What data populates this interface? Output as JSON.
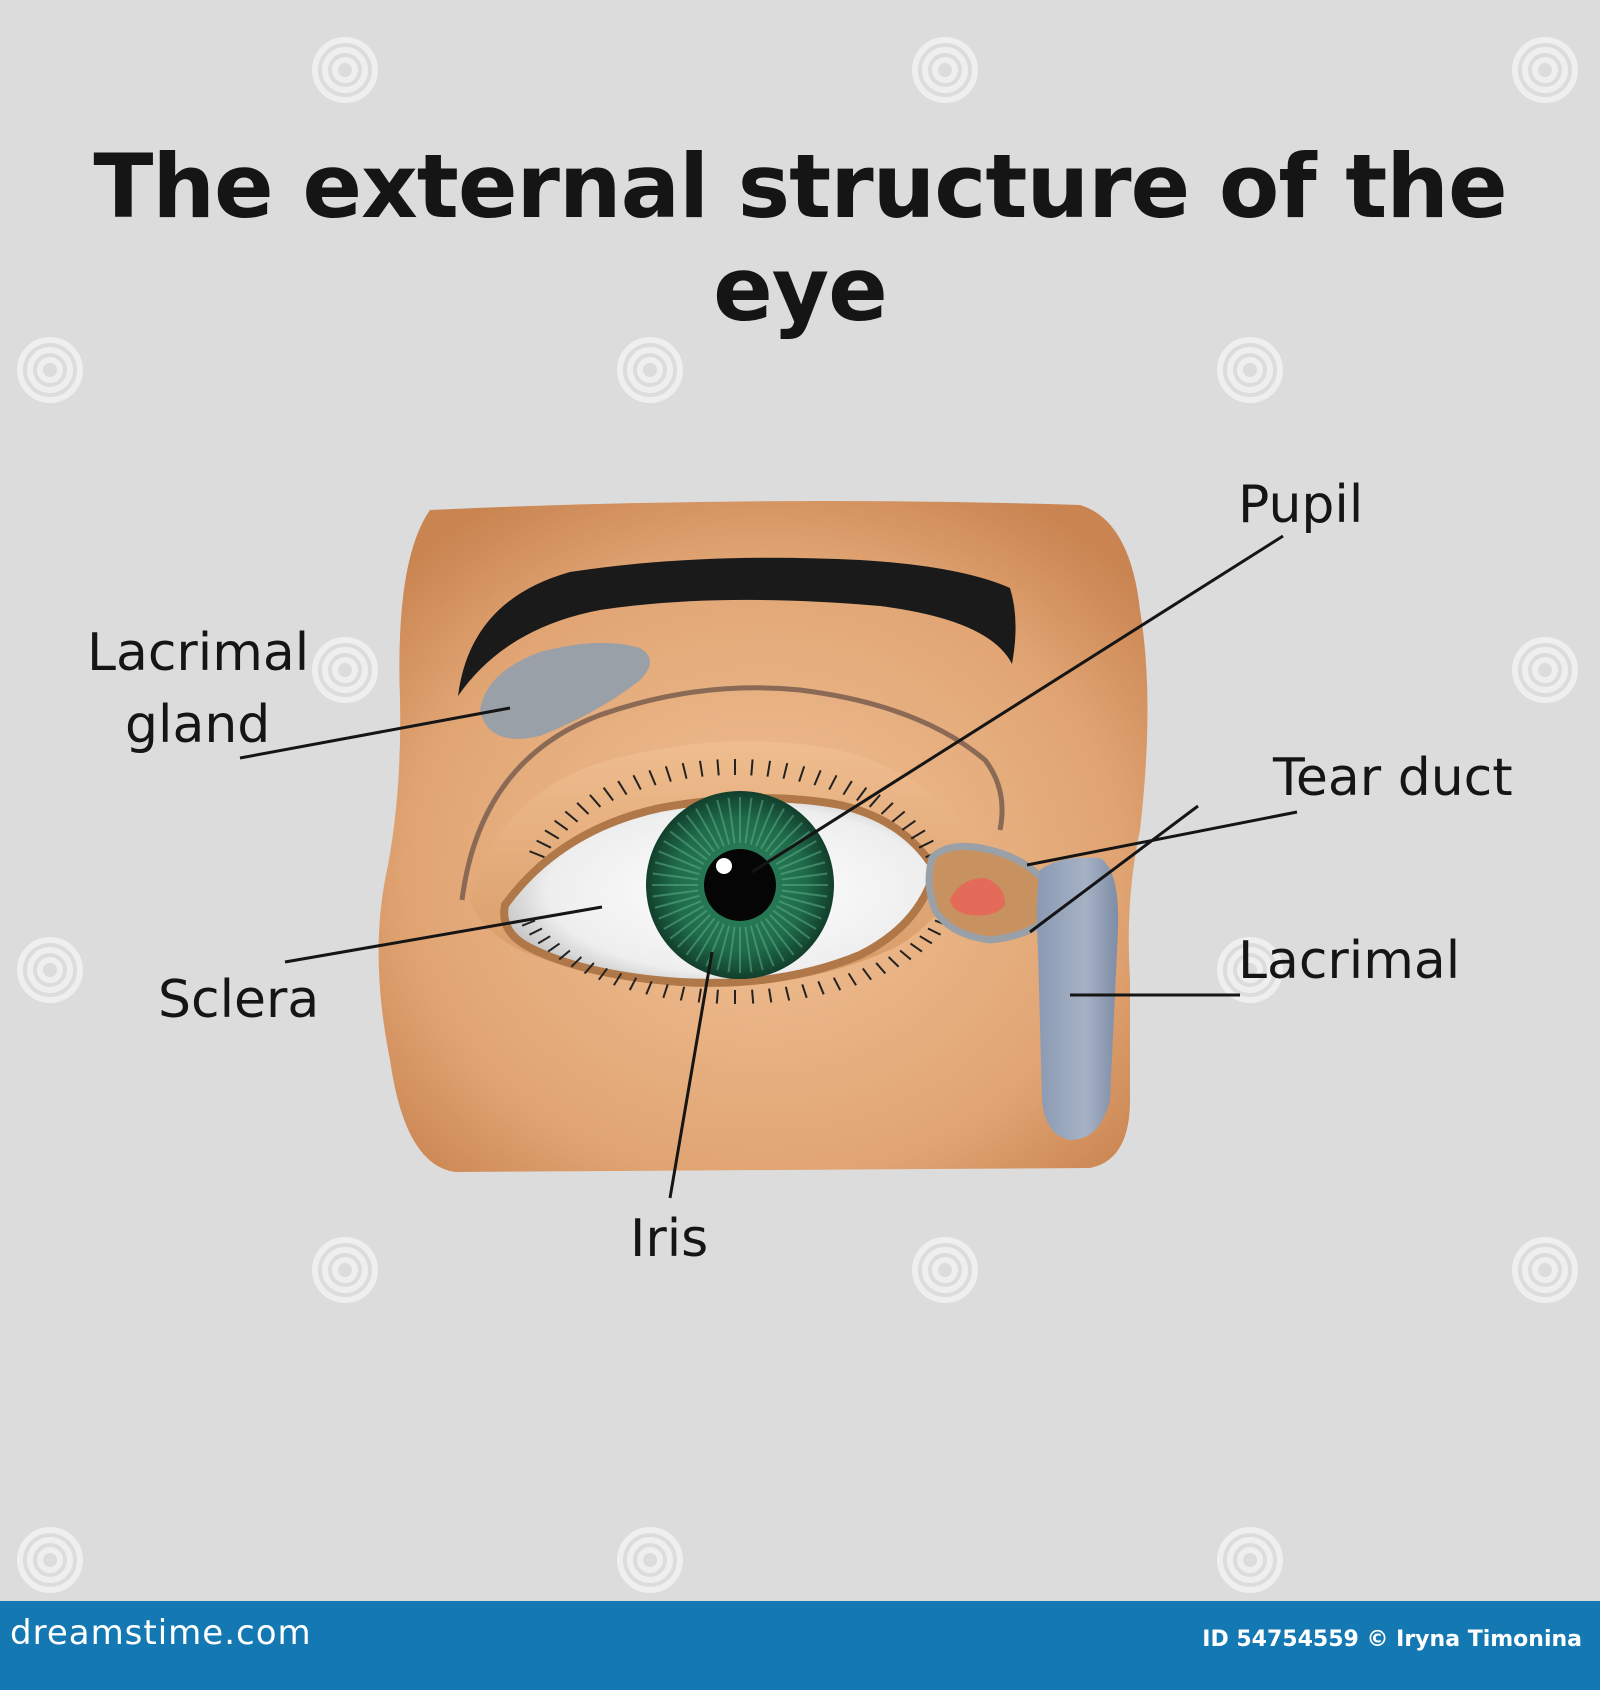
{
  "title": "The external structure of the eye",
  "labels": {
    "lacrimal_gland_line1": "Lacrimal",
    "lacrimal_gland_line2": "gland",
    "pupil": "Pupil",
    "tear_duct": "Tear duct",
    "lacrimal": "Lacrimal",
    "sclera": "Sclera",
    "iris": "Iris"
  },
  "footer": {
    "brand": "dreamstime.com",
    "image_credit": "ID 54754559 © Iryna Timonina"
  },
  "colors": {
    "background": "#dcdcdc",
    "skin": "#e0a676",
    "skin_shadow": "#c98451",
    "eyebrow": "#1a1a1a",
    "gland": "#9aa0a8",
    "lacrimal_sac": "#8f9fb8",
    "iris": "#1f6b4a",
    "pupil": "#050505",
    "footer_bar": "#1479b3"
  },
  "watermark_icon": "spiral-watermark-icon"
}
